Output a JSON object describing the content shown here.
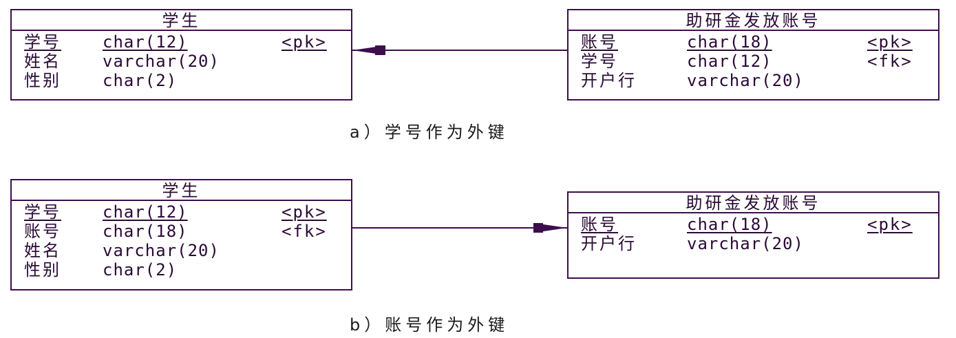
{
  "diagram_a": {
    "left_entity": {
      "title": "学生",
      "rows": [
        {
          "name": "学号",
          "type": "char(12)",
          "key": "<pk>"
        },
        {
          "name": "姓名",
          "type": "varchar(20)",
          "key": ""
        },
        {
          "name": "性别",
          "type": "char(2)",
          "key": ""
        }
      ]
    },
    "right_entity": {
      "title": "助研金发放账号",
      "rows": [
        {
          "name": "账号",
          "type": "char(18)",
          "key": "<pk>"
        },
        {
          "name": "学号",
          "type": "char(12)",
          "key": "<fk>"
        },
        {
          "name": "开户行",
          "type": "varchar(20)",
          "key": ""
        }
      ]
    },
    "caption": "a）学号作为外键"
  },
  "diagram_b": {
    "left_entity": {
      "title": "学生",
      "rows": [
        {
          "name": "学号",
          "type": "char(12)",
          "key": "<pk>"
        },
        {
          "name": "账号",
          "type": "char(18)",
          "key": "<fk>"
        },
        {
          "name": "姓名",
          "type": "varchar(20)",
          "key": ""
        },
        {
          "name": "性别",
          "type": "char(2)",
          "key": ""
        }
      ]
    },
    "right_entity": {
      "title": "助研金发放账号",
      "rows": [
        {
          "name": "账号",
          "type": "char(18)",
          "key": "<pk>"
        },
        {
          "name": "开户行",
          "type": "varchar(20)",
          "key": ""
        }
      ]
    },
    "caption": "b）账号作为外键"
  },
  "colors": {
    "line": "#3c0e4c"
  }
}
